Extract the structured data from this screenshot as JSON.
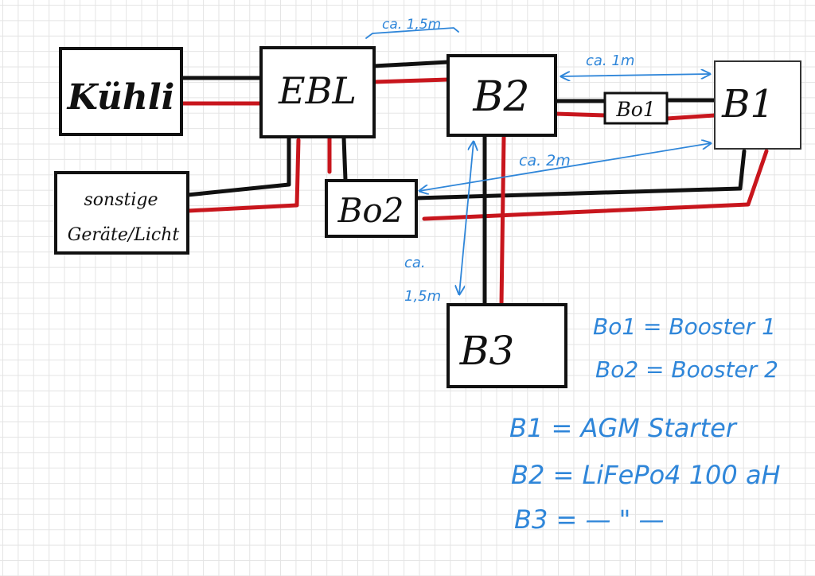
{
  "components": {
    "kuehli": "Kühli",
    "ebl": "EBL",
    "b2": "B2",
    "bo1": "Bo1",
    "b1": "B1",
    "sonstige_line1": "sonstige",
    "sonstige_line2": "Geräte/Licht",
    "bo2": "Bo2",
    "b3": "B3"
  },
  "measurements": {
    "ebl_b2": "ca. 1,5m",
    "b2_b1": "ca. 1m",
    "b1_bo2": "ca. 2m",
    "b2_b3_line1": "ca.",
    "b2_b3_line2": "1,5m"
  },
  "legend": [
    "Bo1 = Booster 1",
    "Bo2 = Booster 2",
    "B1 = AGM Starter",
    "B2 = LiFePo4 100 aH",
    "B3 = — \" —"
  ],
  "colors": {
    "ink": "#111111",
    "positive_wire": "#c8161d",
    "negative_wire": "#111111",
    "annotation": "#2f86d9"
  }
}
